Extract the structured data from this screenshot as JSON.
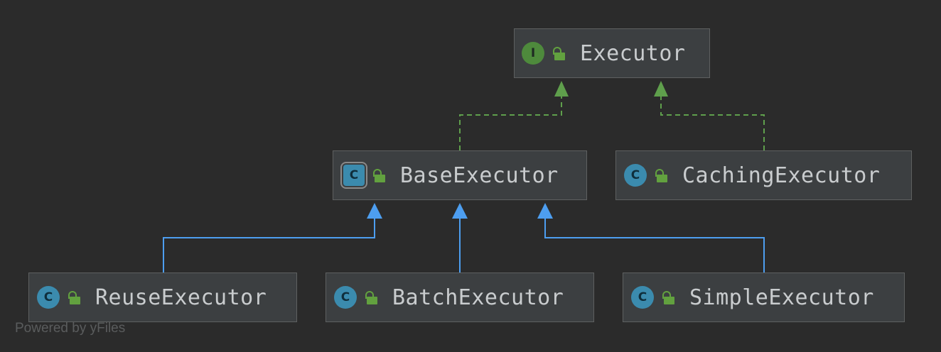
{
  "nodes": {
    "executor": {
      "name": "Executor",
      "kind": "interface",
      "badge_letter": "I"
    },
    "base_executor": {
      "name": "BaseExecutor",
      "kind": "abstract-class",
      "badge_letter": "C"
    },
    "caching_executor": {
      "name": "CachingExecutor",
      "kind": "class",
      "badge_letter": "C"
    },
    "reuse_executor": {
      "name": "ReuseExecutor",
      "kind": "class",
      "badge_letter": "C"
    },
    "batch_executor": {
      "name": "BatchExecutor",
      "kind": "class",
      "badge_letter": "C"
    },
    "simple_executor": {
      "name": "SimpleExecutor",
      "kind": "class",
      "badge_letter": "C"
    }
  },
  "edges": [
    {
      "from": "BaseExecutor",
      "to": "Executor",
      "type": "implements"
    },
    {
      "from": "CachingExecutor",
      "to": "Executor",
      "type": "implements"
    },
    {
      "from": "ReuseExecutor",
      "to": "BaseExecutor",
      "type": "extends"
    },
    {
      "from": "BatchExecutor",
      "to": "BaseExecutor",
      "type": "extends"
    },
    {
      "from": "SimpleExecutor",
      "to": "BaseExecutor",
      "type": "extends"
    }
  ],
  "colors": {
    "background": "#2b2b2b",
    "node_fill": "#3c3f41",
    "implements_edge": "#5f9f4c",
    "extends_edge": "#4d9ef0",
    "interface_badge": "#4e8a3c",
    "class_badge": "#3b8bae",
    "lock": "#62a13f"
  },
  "watermark": "Powered by yFiles"
}
